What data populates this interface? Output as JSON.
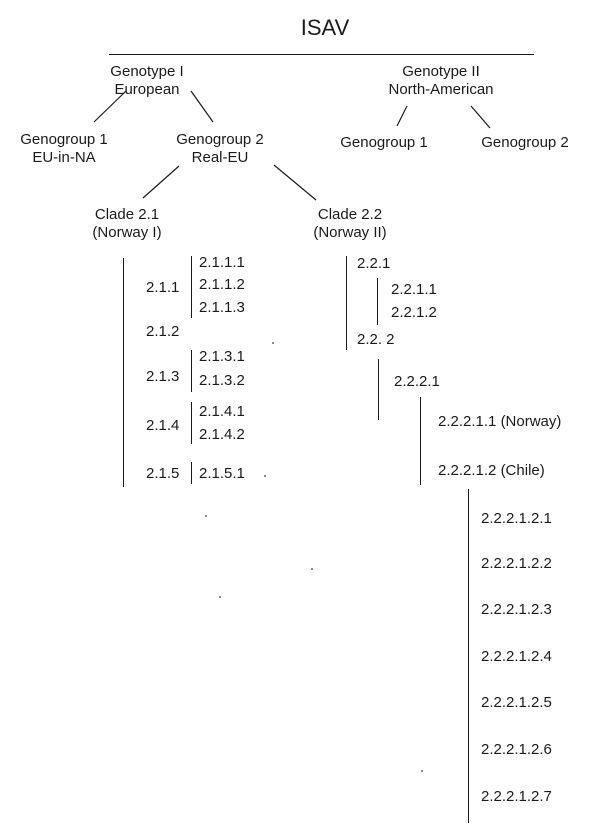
{
  "title": "ISAV",
  "genotype1": {
    "line1": "Genotype I",
    "line2": "European"
  },
  "genotype2": {
    "line1": "Genotype II",
    "line2": "North-American"
  },
  "g1_genogroup1": {
    "line1": "Genogroup 1",
    "line2": "EU-in-NA"
  },
  "g1_genogroup2": {
    "line1": "Genogroup 2",
    "line2": "Real-EU"
  },
  "g2_genogroup1": {
    "line1": "Genogroup 1"
  },
  "g2_genogroup2": {
    "line1": "Genogroup 2"
  },
  "clade21": {
    "line1": "Clade 2.1",
    "line2": "(Norway I)"
  },
  "clade22": {
    "line1": "Clade 2.2",
    "line2": "(Norway II)"
  },
  "c21": {
    "s211": {
      "label": "2.1.1",
      "children": [
        "2.1.1.1",
        "2.1.1.2",
        "2.1.1.3"
      ]
    },
    "s212": {
      "label": "2.1.2"
    },
    "s213": {
      "label": "2.1.3",
      "children": [
        "2.1.3.1",
        "2.1.3.2"
      ]
    },
    "s214": {
      "label": "2.1.4",
      "children": [
        "2.1.4.1",
        "2.1.4.2"
      ]
    },
    "s215": {
      "label": "2.1.5",
      "children": [
        "2.1.5.1"
      ]
    }
  },
  "c22": {
    "s221": {
      "label": "2.2.1",
      "children": [
        "2.2.1.1",
        "2.2.1.2"
      ]
    },
    "s222": {
      "label": "2.2. 2"
    },
    "s2221": {
      "label": "2.2.2.1"
    },
    "s22211": {
      "label": "2.2.2.1.1",
      "note": "(Norway)"
    },
    "s22212": {
      "label": "2.2.2.1.2",
      "note": "(Chile)"
    },
    "leaves": [
      "2.2.2.1.2.1",
      "2.2.2.1.2.2",
      "2.2.2.1.2.3",
      "2.2.2.1.2.4",
      "2.2.2.1.2.5",
      "2.2.2.1.2.6",
      "2.2.2.1.2.7"
    ]
  }
}
